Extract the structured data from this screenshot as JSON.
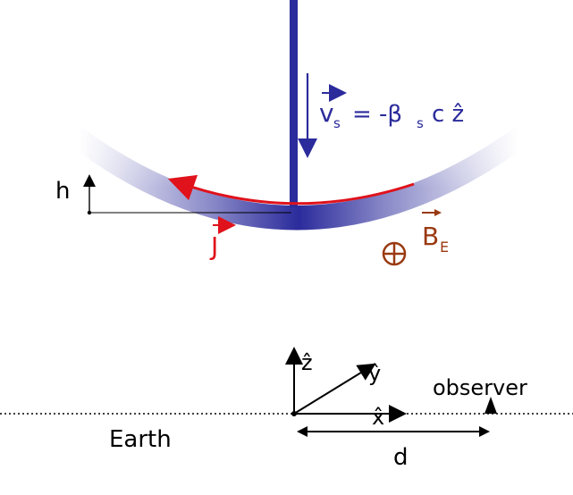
{
  "colors": {
    "shower_blue": "#2b2b9c",
    "current_red": "#e0121b",
    "field_brown": "#9a3a12",
    "ink": "#000000"
  },
  "shower": {
    "velocity_vector": "v",
    "velocity_subscript": "s",
    "velocity_equation": "= -β",
    "velocity_equation_sub": "s",
    "velocity_equation_tail": "c ẑ"
  },
  "labels": {
    "height": "h",
    "current": "J",
    "magnetic_field": "B",
    "magnetic_field_subscript": "E",
    "into_page_symbol": "⊕",
    "earth": "Earth",
    "observer": "observer",
    "distance": "d"
  },
  "axes": {
    "z": "ẑ",
    "y": "ŷ",
    "x": "x̂"
  }
}
